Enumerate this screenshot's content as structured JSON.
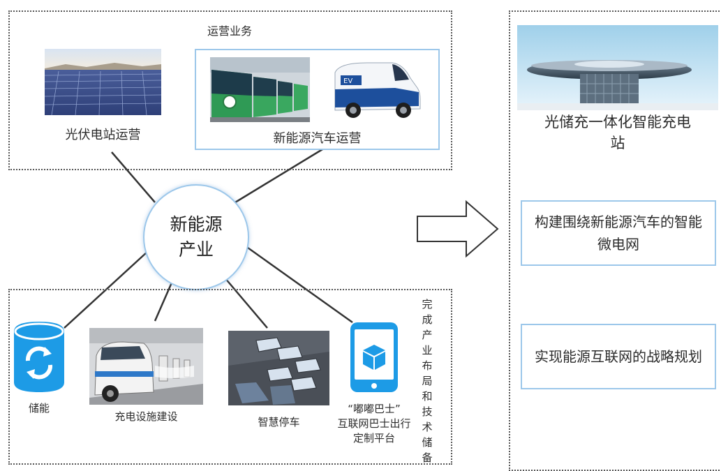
{
  "operations": {
    "title": "运营业务",
    "pv_label": "光伏电站运营",
    "ev_label": "新能源汽车运营"
  },
  "hub": {
    "line1": "新能源",
    "line2": "产业"
  },
  "bottom": {
    "storage_label": "储能",
    "charging_label": "充电设施建设",
    "parking_label": "智慧停车",
    "app_quote": "“嘟嘟巴士”",
    "app_line2": "互联网巴士出行",
    "app_line3": "定制平台",
    "vertical_text": "完成产业布局和技术储备"
  },
  "right": {
    "station_label": "光储充一体化智能充电站",
    "grid_label": "构建围绕新能源汽车的智能微电网",
    "strategy_label": "实现能源互联网的战略规划"
  },
  "colors": {
    "box_border": "#9cc7ea",
    "accent_blue": "#1d9be6",
    "dotted_border": "#555555"
  },
  "icons": {
    "arrow": "right-arrow-outline-icon",
    "storage": "storage-cylinder-refresh-icon",
    "app": "smartphone-cube-icon"
  }
}
